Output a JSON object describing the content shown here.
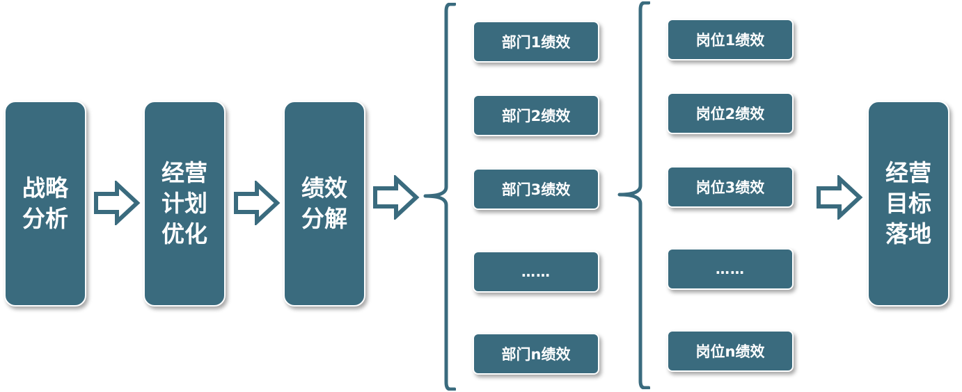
{
  "colors": {
    "box_fill": "#3a6b7e",
    "box_border": "#ffffff",
    "arrow_stroke": "#3a6b7e",
    "bracket_stroke": "#3a6b7e"
  },
  "steps": [
    {
      "label": "战略\n分析"
    },
    {
      "label": "经营\n计划\n优化"
    },
    {
      "label": "绩效\n分解"
    }
  ],
  "departments": [
    {
      "label": "部门1绩效"
    },
    {
      "label": "部门2绩效"
    },
    {
      "label": "部门3绩效"
    },
    {
      "label": "……"
    },
    {
      "label": "部门n绩效"
    }
  ],
  "positions": [
    {
      "label": "岗位1绩效"
    },
    {
      "label": "岗位2绩效"
    },
    {
      "label": "岗位3绩效"
    },
    {
      "label": "……"
    },
    {
      "label": "岗位n绩效"
    }
  ],
  "goal": {
    "label": "经营\n目标\n落地"
  },
  "icons": {
    "arrow": "right-outline-arrow-icon",
    "bracket": "left-curly-brace-icon"
  }
}
